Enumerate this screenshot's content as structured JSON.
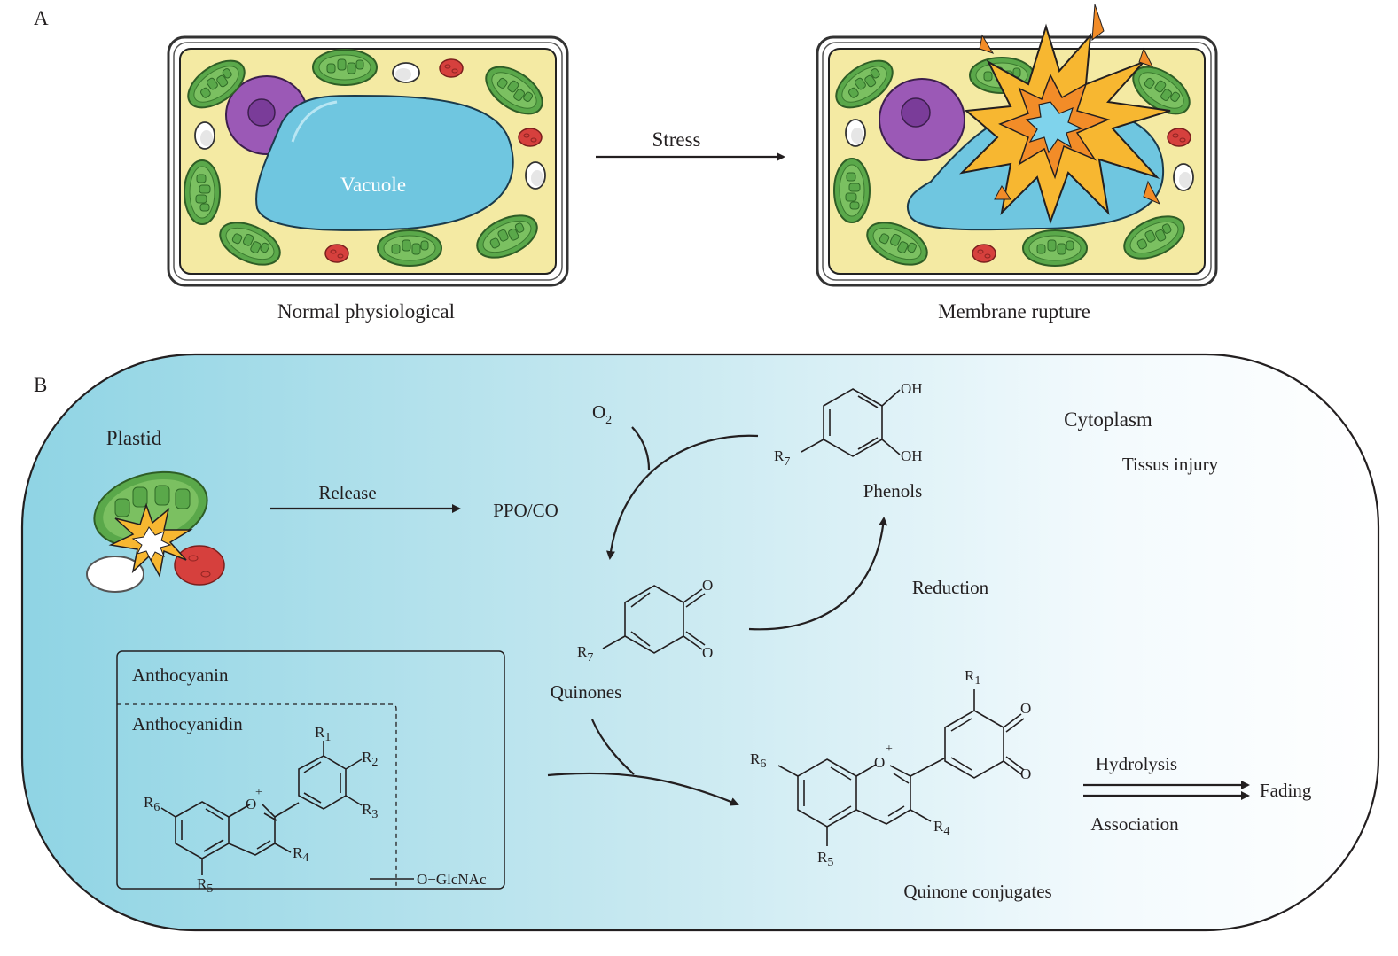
{
  "panel_a": {
    "label": "A",
    "normal_cell": {
      "caption": "Normal physiological",
      "vacuole_label": "Vacuole"
    },
    "stress_arrow_label": "Stress",
    "ruptured_cell": {
      "caption": "Membrane rupture"
    }
  },
  "panel_b": {
    "label": "B",
    "plastid_label": "Plastid",
    "release_label": "Release",
    "enzyme_label": "PPO/CO",
    "oxygen": {
      "symbol": "O",
      "subscript": "2"
    },
    "phenols": {
      "label": "Phenols",
      "oh_top": "OH",
      "oh_bottom": "OH",
      "substituent": "R",
      "substituent_index": "7"
    },
    "quinones": {
      "label": "Quinones",
      "o_top": "O",
      "o_bottom": "O",
      "substituent": "R",
      "substituent_index": "7"
    },
    "reduction_label": "Reduction",
    "cytoplasm_label": "Cytoplasm",
    "tissue_injury_label": "Tissus injury",
    "anthocyanin_box": {
      "outer_label": "Anthocyanin",
      "inner_label": "Anthocyanidin",
      "glycoside": "O−GlcNAc",
      "ring_oxygen": "O",
      "charge": "+",
      "substituents": [
        {
          "r": "R",
          "i": "1"
        },
        {
          "r": "R",
          "i": "2"
        },
        {
          "r": "R",
          "i": "3"
        },
        {
          "r": "R",
          "i": "4"
        },
        {
          "r": "R",
          "i": "5"
        },
        {
          "r": "R",
          "i": "6"
        }
      ]
    },
    "quinone_conjugates": {
      "label": "Quinone conjugates",
      "ring_oxygen": "O",
      "charge": "+",
      "o_top": "O",
      "o_bottom": "O",
      "substituents": [
        {
          "r": "R",
          "i": "1"
        },
        {
          "r": "R",
          "i": "4"
        },
        {
          "r": "R",
          "i": "5"
        },
        {
          "r": "R",
          "i": "6"
        }
      ]
    },
    "hydrolysis_label": "Hydrolysis",
    "association_label": "Association",
    "fading_label": "Fading"
  },
  "colors": {
    "cytoplasm_gradient_start": "#8fd4e4",
    "cytoplasm_gradient_end": "#ffffff",
    "cell_fill": "#f4eaa3",
    "vacuole": "#6fc6e0",
    "nucleus": "#9b59b6",
    "chloroplast": "#5aa84a",
    "organelle_red": "#d6403d",
    "explosion_outer": "#f7b731",
    "explosion_inner": "#f28c28",
    "line": "#231f20"
  }
}
